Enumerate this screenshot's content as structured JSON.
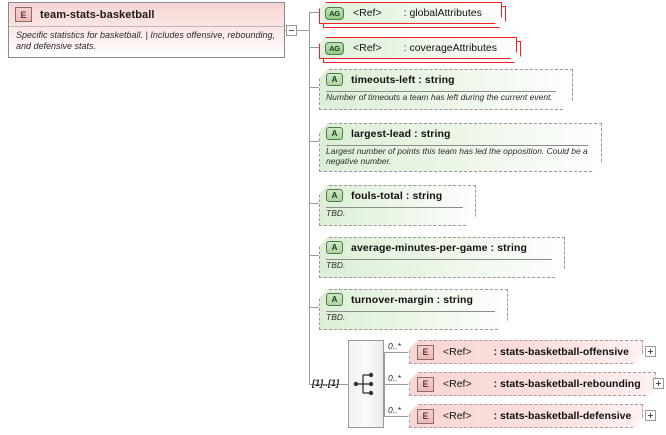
{
  "diagram": {
    "type": "xsd-schema-diagram",
    "root_element": {
      "icon": "element-icon",
      "badge": "E",
      "name": "team-stats-basketball",
      "description": "Specific statistics for basketball. | Includes offensive, rebounding, and defensive stats.",
      "toggle": "collapse-box"
    },
    "attribute_group_refs": [
      {
        "badge": "AG",
        "name": "<Ref>",
        "type": ": globalAttributes"
      },
      {
        "badge": "AG",
        "name": "<Ref>",
        "type": ": coverageAttributes"
      }
    ],
    "attributes": [
      {
        "badge": "A",
        "name": "timeouts-left : string",
        "description": "Number of timeouts a team has left during the current event."
      },
      {
        "badge": "A",
        "name": "largest-lead : string",
        "description": "Largest number of points this team has led the opposition. Could be a negative number."
      },
      {
        "badge": "A",
        "name": "fouls-total : string",
        "description": "TBD."
      },
      {
        "badge": "A",
        "name": "average-minutes-per-game : string",
        "description": "TBD."
      },
      {
        "badge": "A",
        "name": "turnover-margin : string",
        "description": "TBD."
      }
    ],
    "compositor": {
      "kind": "sequence-icon",
      "cardinality": "[1]..[1]"
    },
    "element_refs": [
      {
        "badge": "E",
        "name": "<Ref>",
        "type": ": stats-basketball-offensive",
        "occurrence": "0..*",
        "toggle": "expand-box"
      },
      {
        "badge": "E",
        "name": "<Ref>",
        "type": ": stats-basketball-rebounding",
        "occurrence": "0..*",
        "toggle": "expand-box"
      },
      {
        "badge": "E",
        "name": "<Ref>",
        "type": ": stats-basketball-defensive",
        "occurrence": "0..*",
        "toggle": "expand-box"
      }
    ],
    "colors": {
      "element_pink": "#f6d5d3",
      "attribute_green": "#dcefd6",
      "ref_border_red": "#ee2222",
      "line_gray": "#9a9a9a"
    }
  }
}
